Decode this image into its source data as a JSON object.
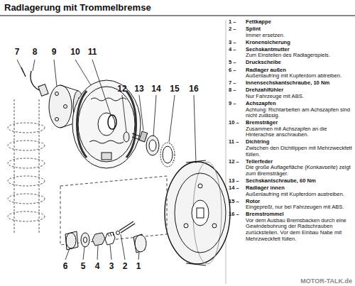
{
  "diagram": {
    "title": "Radlagerung mit Trommelbremse",
    "labels": [
      "7",
      "8",
      "9",
      "10",
      "11",
      "12",
      "13",
      "14",
      "15",
      "16",
      "6",
      "5",
      "4",
      "3",
      "2",
      "1",
      "1 –",
      "Fettkappe",
      "2 –",
      "Splint",
      "Immer ersetzen.",
      "3 –",
      "Kronensicherung",
      "4 –",
      "Sechskantmutter",
      "Zum Einstellen des Radlagerspiels.",
      "5 –",
      "Druckscheibe",
      "6 –",
      "Radlager außen",
      "Außenlaufring mit Kupferdorn abtreiben.",
      "7 –",
      "Innensechskantschraube, 10 Nm",
      "8 –",
      "Drehzahlfühler",
      "Nur Fahrzeuge mit ABS.",
      "9 –",
      "Achszapfen",
      "Achtung: Richtarbeiten am Achszapfen sind nicht zulässig.",
      "10 –",
      "Bremsträger",
      "Zusammen mit Achszapfen an die Hinterachse anschrauben.",
      "11 –",
      "Dichtring",
      "Zwischen den Dichtlippen mit Mehrzweckfett füllen.",
      "12 –",
      "Tellerfeder",
      "Die große Auflagefläche (Konkavseite) zeigt zum Bremsträger.",
      "13 –",
      "Sechskantschraube, 60 Nm",
      "14 –",
      "Radlager innen",
      "Außenlaufring mit Kupferdorn austreiben.",
      "15 –",
      "Rotor",
      "Eingepreßt, nur bei Fahrzeugen mit ABS.",
      "16 –",
      "Bremstrommel",
      "Vor dem Ausbau Bremsbacken durch eine Gewindebohrung der Radschrauben zurückstellen. Vor dem Einbau Nabe mit Mehrzweckfett füllen.",
      "MOTOR-TALK.de"
    ]
  }
}
